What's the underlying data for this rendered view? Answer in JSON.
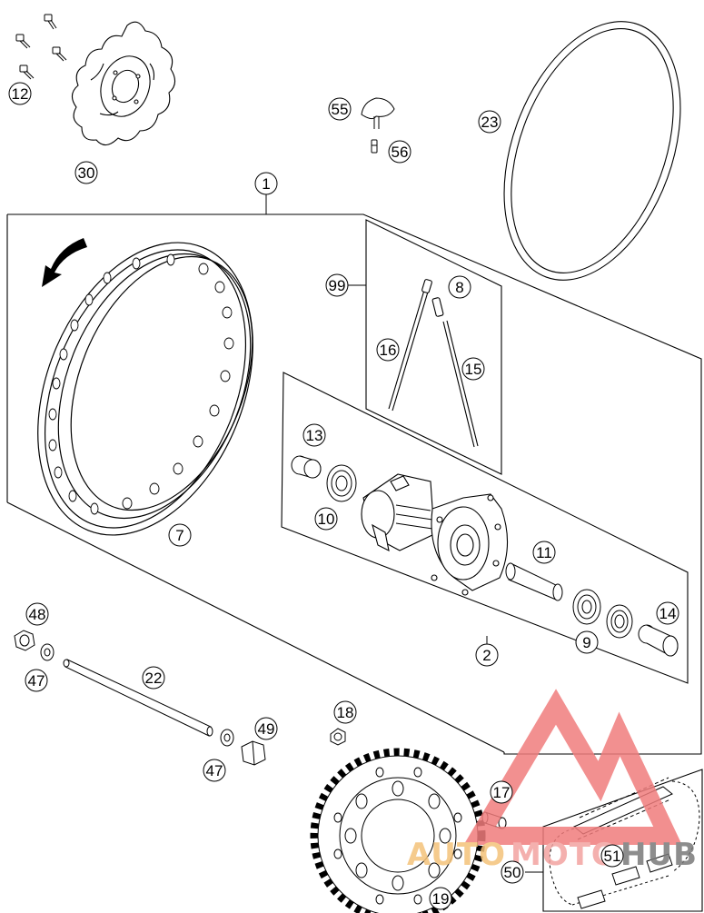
{
  "callouts": {
    "c1": "1",
    "c2": "2",
    "c7": "7",
    "c8": "8",
    "c9": "9",
    "c10": "10",
    "c11": "11",
    "c12": "12",
    "c13": "13",
    "c14": "14",
    "c15": "15",
    "c16": "16",
    "c17": "17",
    "c18": "18",
    "c19": "19",
    "c22": "22",
    "c23": "23",
    "c30": "30",
    "c47a": "47",
    "c47b": "47",
    "c48": "48",
    "c49": "49",
    "c50": "50",
    "c51": "51",
    "c55": "55",
    "c56": "56",
    "c99": "99"
  },
  "watermark": {
    "part_auto": "AUTO",
    "part_moto": "MOTO",
    "part_hub": "HUB",
    "colors": {
      "auto": "#f4c27a",
      "moto": "#f3a3a0",
      "hub": "#7a7a7a",
      "logo": "#f07c7c"
    }
  }
}
